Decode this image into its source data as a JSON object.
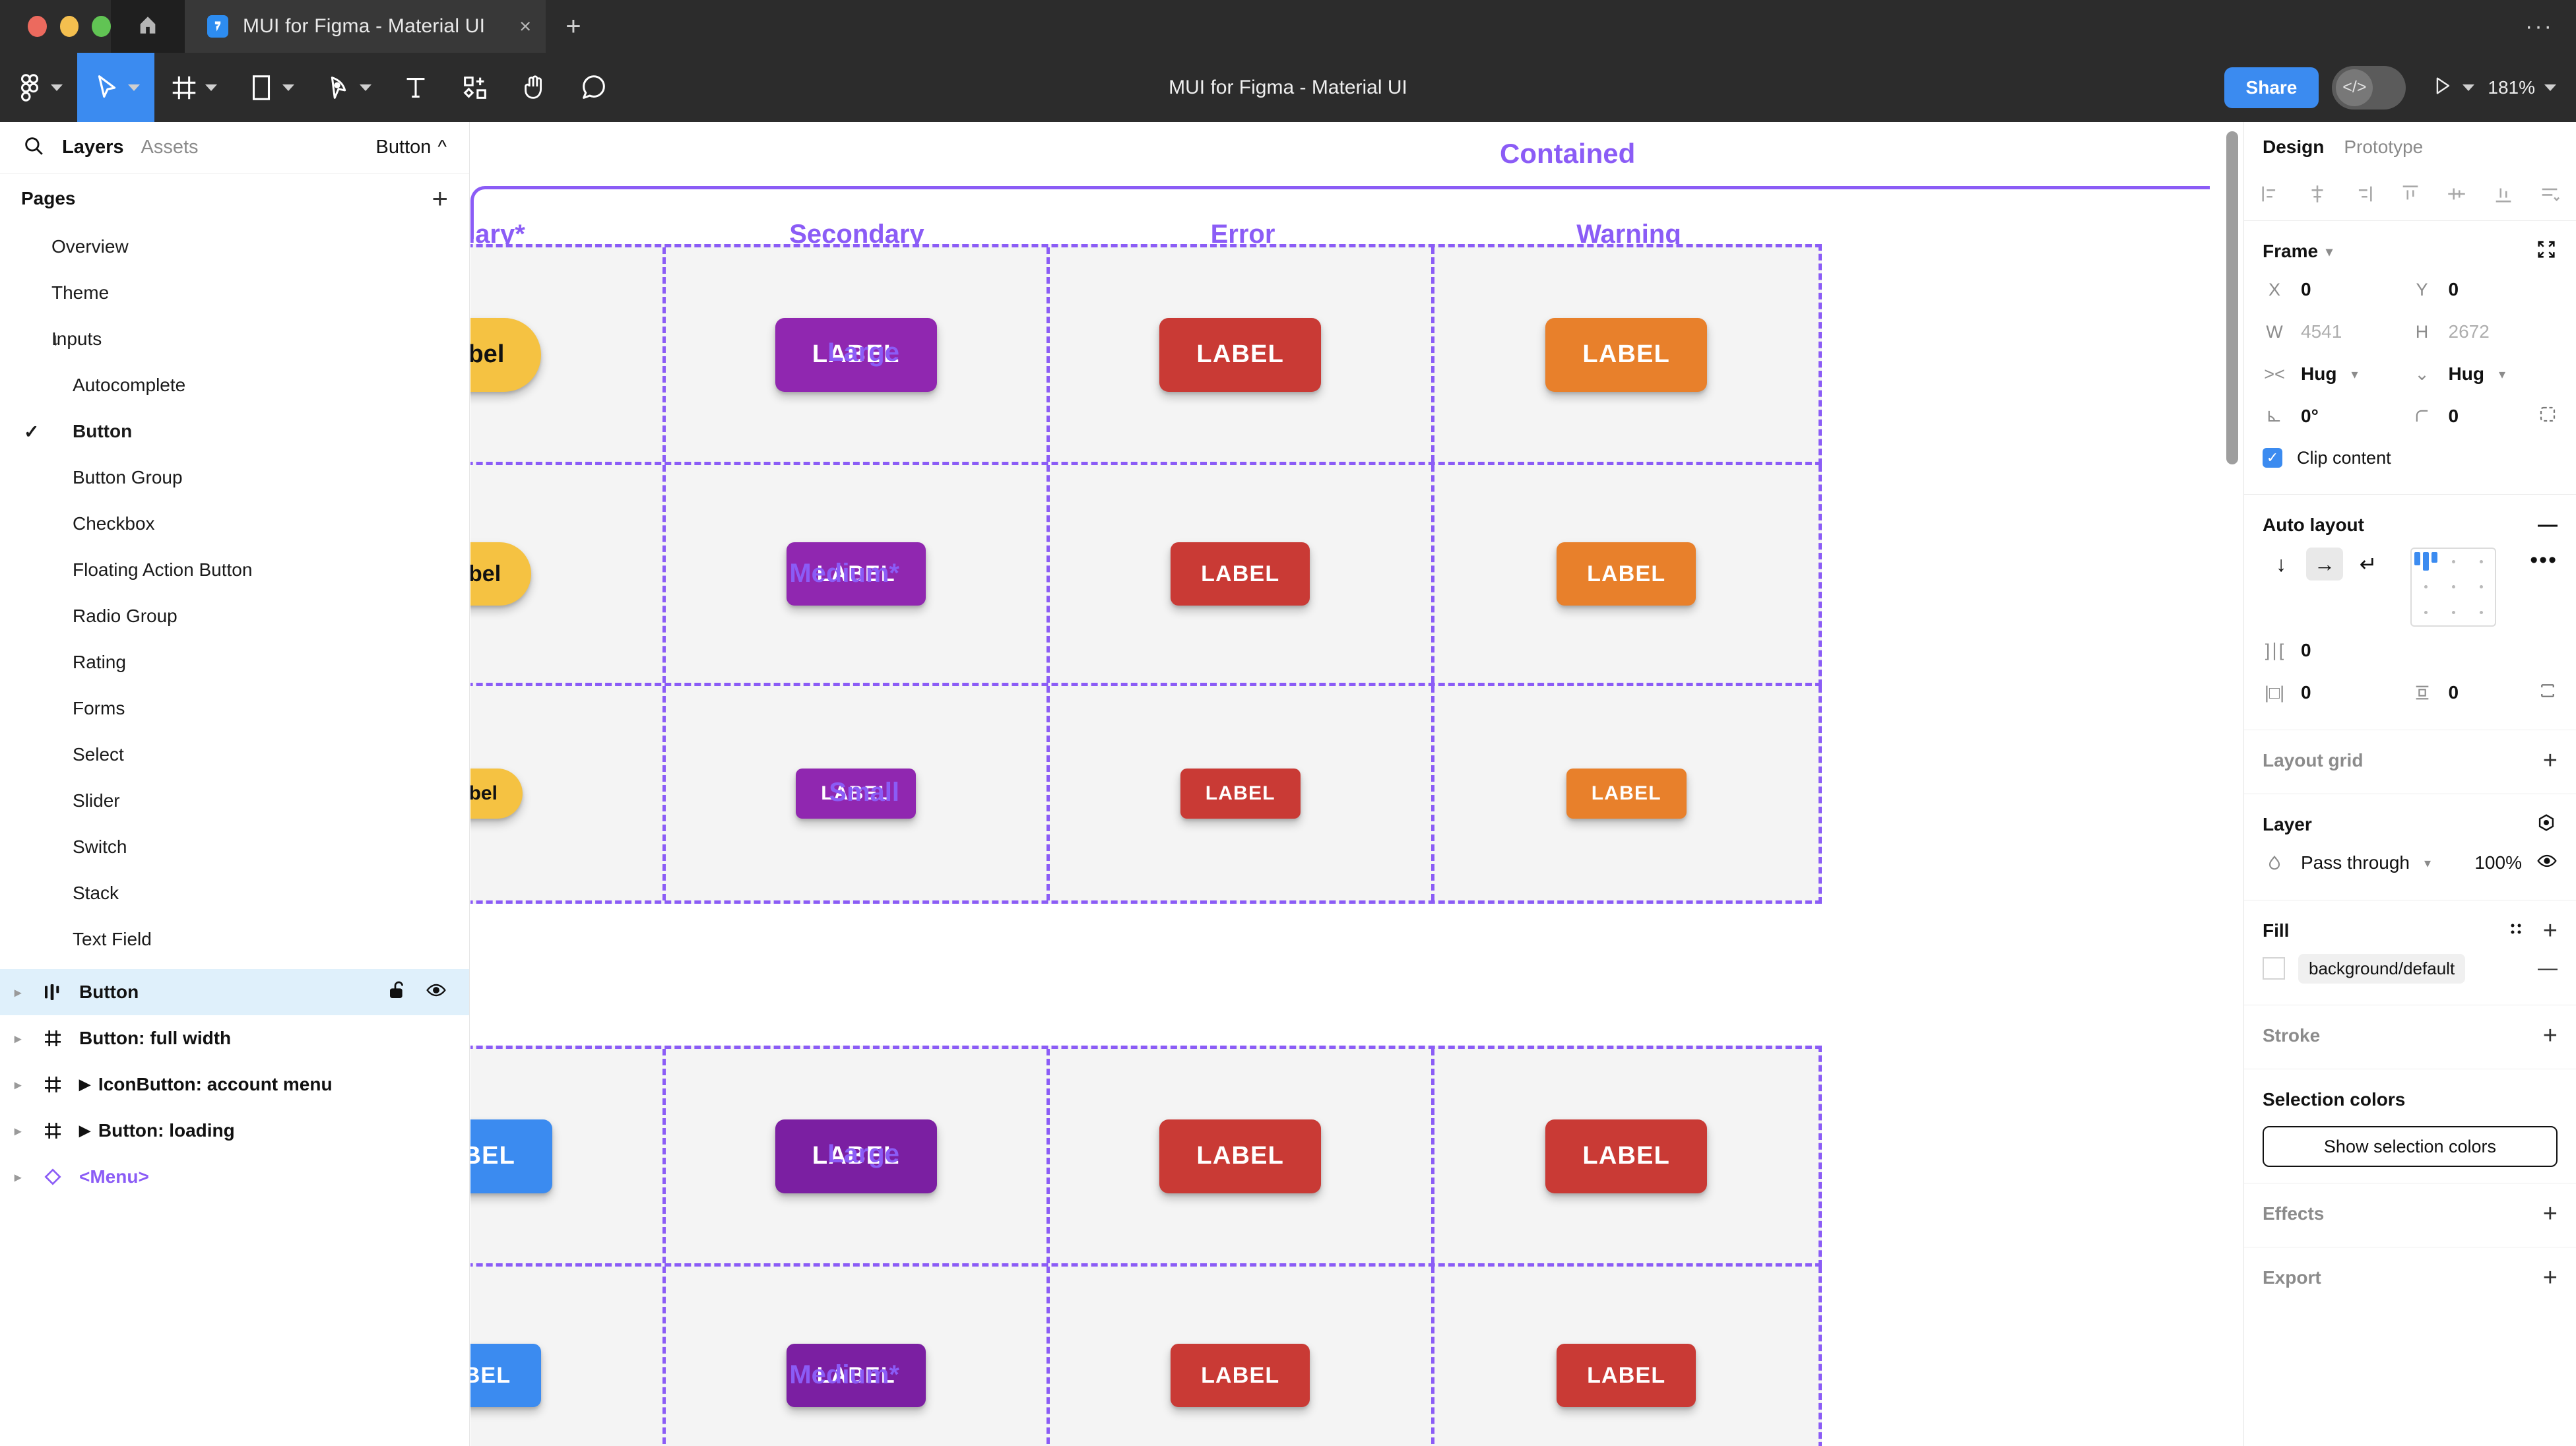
{
  "window": {
    "tab_title": "MUI for Figma - Material UI",
    "close_label": "×",
    "new_tab_label": "+",
    "menu_label": "···"
  },
  "toolbar": {
    "doc_title": "MUI for Figma - Material UI",
    "share_label": "Share",
    "dev_mode_label": "</>",
    "zoom_label": "181%",
    "tools": [
      {
        "name": "figma-menu-icon",
        "has_caret": true
      },
      {
        "name": "move-tool-icon",
        "has_caret": true,
        "active": true
      },
      {
        "name": "frame-tool-icon",
        "has_caret": true
      },
      {
        "name": "shape-tool-icon",
        "has_caret": true
      },
      {
        "name": "pen-tool-icon",
        "has_caret": true
      },
      {
        "name": "text-tool-icon",
        "has_caret": false
      },
      {
        "name": "resources-tool-icon",
        "has_caret": false
      },
      {
        "name": "hand-tool-icon",
        "has_caret": false
      },
      {
        "name": "comment-tool-icon",
        "has_caret": false
      }
    ]
  },
  "left_panel": {
    "tabs": [
      {
        "label": "Layers",
        "selected": true
      },
      {
        "label": "Assets",
        "selected": false
      }
    ],
    "selected_page_label": "Button",
    "pages_header": "Pages",
    "pages_add_label": "+",
    "pages": [
      {
        "label": "Overview",
        "indent": 1,
        "current": false,
        "arrow": ""
      },
      {
        "label": "Theme",
        "indent": 1,
        "current": false,
        "arrow": ""
      },
      {
        "label": "Inputs",
        "indent": 1,
        "current": false,
        "arrow": "↓"
      },
      {
        "label": "Autocomplete",
        "indent": 2,
        "current": false,
        "arrow": ""
      },
      {
        "label": "Button",
        "indent": 2,
        "current": true,
        "arrow": ""
      },
      {
        "label": "Button Group",
        "indent": 2,
        "current": false,
        "arrow": ""
      },
      {
        "label": "Checkbox",
        "indent": 2,
        "current": false,
        "arrow": ""
      },
      {
        "label": "Floating Action Button",
        "indent": 2,
        "current": false,
        "arrow": ""
      },
      {
        "label": "Radio Group",
        "indent": 2,
        "current": false,
        "arrow": ""
      },
      {
        "label": "Rating",
        "indent": 2,
        "current": false,
        "arrow": ""
      },
      {
        "label": "Forms",
        "indent": 2,
        "current": false,
        "arrow": ""
      },
      {
        "label": "Select",
        "indent": 2,
        "current": false,
        "arrow": ""
      },
      {
        "label": "Slider",
        "indent": 2,
        "current": false,
        "arrow": ""
      },
      {
        "label": "Switch",
        "indent": 2,
        "current": false,
        "arrow": ""
      },
      {
        "label": "Stack",
        "indent": 2,
        "current": false,
        "arrow": ""
      },
      {
        "label": "Text Field",
        "indent": 2,
        "current": false,
        "arrow": ""
      }
    ],
    "layers": [
      {
        "label": "Button",
        "icon": "component-icon",
        "selected": true,
        "expandable": false,
        "show_lock": true,
        "show_eye": true
      },
      {
        "label": "Button: full width",
        "icon": "frame-icon",
        "selected": false,
        "expandable": false,
        "show_lock": false,
        "show_eye": false
      },
      {
        "label": "IconButton: account menu",
        "icon": "frame-icon",
        "selected": false,
        "expandable": true,
        "show_lock": false,
        "show_eye": false
      },
      {
        "label": "Button: loading",
        "icon": "frame-icon",
        "selected": false,
        "expandable": true,
        "show_lock": false,
        "show_eye": false
      },
      {
        "label": "<Menu>",
        "icon": "instance-icon",
        "selected": false,
        "expandable": false,
        "show_lock": false,
        "show_eye": false,
        "is_instance": true
      }
    ]
  },
  "canvas": {
    "container_label": "Contained",
    "accent_color": "#8b5cf6",
    "cell_bg": "#f4f4f4",
    "columns": [
      "Primary*",
      "Secondary",
      "Error",
      "Warning"
    ],
    "sections": [
      {
        "rows": [
          {
            "label": "Large",
            "size": "lg",
            "buttons": [
              {
                "text": "Label",
                "variant": "pill",
                "bg": "#f5c242",
                "fg": "#111111"
              },
              {
                "text": "LABEL",
                "variant": "rect",
                "bg": "#9027b0",
                "fg": "#ffffff"
              },
              {
                "text": "LABEL",
                "variant": "rect",
                "bg": "#c93a35",
                "fg": "#ffffff"
              },
              {
                "text": "LABEL",
                "variant": "rect",
                "bg": "#e8802b",
                "fg": "#ffffff"
              }
            ]
          },
          {
            "label": "Medium*",
            "size": "md",
            "buttons": [
              {
                "text": "Label",
                "variant": "pill",
                "bg": "#f5c242",
                "fg": "#111111"
              },
              {
                "text": "LABEL",
                "variant": "rect",
                "bg": "#9027b0",
                "fg": "#ffffff"
              },
              {
                "text": "LABEL",
                "variant": "rect",
                "bg": "#c93a35",
                "fg": "#ffffff"
              },
              {
                "text": "LABEL",
                "variant": "rect",
                "bg": "#e8802b",
                "fg": "#ffffff"
              }
            ]
          },
          {
            "label": "Small",
            "size": "sm",
            "buttons": [
              {
                "text": "Label",
                "variant": "pill",
                "bg": "#f5c242",
                "fg": "#111111"
              },
              {
                "text": "LABEL",
                "variant": "rect",
                "bg": "#9027b0",
                "fg": "#ffffff"
              },
              {
                "text": "LABEL",
                "variant": "rect",
                "bg": "#c93a35",
                "fg": "#ffffff"
              },
              {
                "text": "LABEL",
                "variant": "rect",
                "bg": "#e8802b",
                "fg": "#ffffff"
              }
            ]
          }
        ]
      },
      {
        "rows": [
          {
            "label": "Large",
            "size": "lg",
            "buttons": [
              {
                "text": "LABEL",
                "variant": "rect",
                "bg": "#3b8bf0",
                "fg": "#ffffff"
              },
              {
                "text": "LABEL",
                "variant": "rect",
                "bg": "#7b1fa2",
                "fg": "#ffffff"
              },
              {
                "text": "LABEL",
                "variant": "rect",
                "bg": "#c93a35",
                "fg": "#ffffff"
              },
              {
                "text": "LABEL",
                "variant": "rect",
                "bg": "#c93a35",
                "fg": "#ffffff"
              }
            ]
          },
          {
            "label": "Medium*",
            "size": "md",
            "buttons": [
              {
                "text": "LABEL",
                "variant": "rect",
                "bg": "#3b8bf0",
                "fg": "#ffffff"
              },
              {
                "text": "LABEL",
                "variant": "rect",
                "bg": "#7b1fa2",
                "fg": "#ffffff"
              },
              {
                "text": "LABEL",
                "variant": "rect",
                "bg": "#c93a35",
                "fg": "#ffffff"
              },
              {
                "text": "LABEL",
                "variant": "rect",
                "bg": "#c93a35",
                "fg": "#ffffff"
              }
            ]
          }
        ]
      }
    ]
  },
  "right_panel": {
    "tabs": [
      {
        "label": "Design",
        "selected": true
      },
      {
        "label": "Prototype",
        "selected": false
      }
    ],
    "align_icons": [
      "align-left-icon",
      "align-horizontal-center-icon",
      "align-right-icon",
      "align-top-icon",
      "align-vertical-center-icon",
      "align-bottom-icon",
      "distribute-icon"
    ],
    "frame": {
      "title": "Frame",
      "x_label": "X",
      "x_value": "0",
      "y_label": "Y",
      "y_value": "0",
      "w_label": "W",
      "w_value": "4541",
      "h_label": "H",
      "h_value": "2672",
      "resize_w": "Hug",
      "resize_h": "Hug",
      "rotation": "0°",
      "corner_radius": "0",
      "clip_content_label": "Clip content",
      "clip_content_checked": true
    },
    "auto_layout": {
      "title": "Auto layout",
      "remove_label": "—",
      "direction": "horizontal",
      "gap_value": "0",
      "padding_h": "0",
      "padding_v": "0",
      "more_label": "•••"
    },
    "layout_grid": {
      "title": "Layout grid",
      "add_label": "+"
    },
    "layer": {
      "title": "Layer",
      "blend_mode": "Pass through",
      "opacity": "100%"
    },
    "fill": {
      "title": "Fill",
      "add_label": "+",
      "style_name": "background/default",
      "remove_label": "—",
      "swatch_color": "#ffffff"
    },
    "stroke": {
      "title": "Stroke",
      "add_label": "+"
    },
    "selection_colors": {
      "title": "Selection colors",
      "button_label": "Show selection colors"
    },
    "effects": {
      "title": "Effects",
      "add_label": "+"
    },
    "export": {
      "title": "Export",
      "add_label": "+"
    }
  }
}
